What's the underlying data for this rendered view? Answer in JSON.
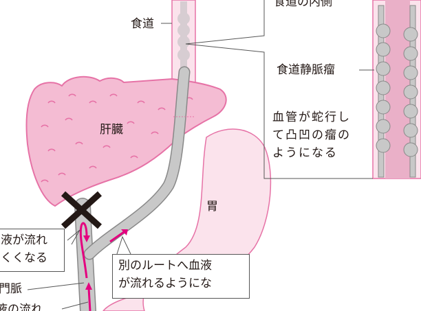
{
  "labels": {
    "esophagus": "食道",
    "esophagus_inside": "食道の内側",
    "varices": "食道静脈瘤",
    "varices_desc": [
      "血管が蛇行し",
      "て凸凹の瘤の",
      "ようになる"
    ],
    "liver": "肝臓",
    "stomach": "胃",
    "blocked": [
      "液が流れ",
      "くくなる"
    ],
    "portal_vein": "門脈",
    "bypass": [
      "別のルートへ血液",
      "が流れるようにな"
    ],
    "flow": "液の流れ"
  },
  "colors": {
    "pink_fill": "#f4bcd3",
    "pink_line": "#e672a6",
    "stomach_fill": "#fbe3ec",
    "vein": "#c8c8c8",
    "arrow": "#e4007f"
  }
}
